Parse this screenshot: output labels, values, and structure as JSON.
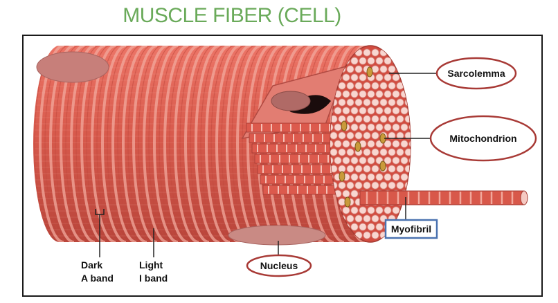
{
  "title": "MUSCLE FIBER (CELL)",
  "colors": {
    "title": "#6aaa5a",
    "fiber": "#d8584a",
    "stripe_light": "#f2a89c",
    "fibril_face": "#f8d6d0",
    "oval_label_border": "#a83a36",
    "box_label_border": "#4a72b0"
  },
  "labels": {
    "sarcolemma": "Sarcolemma",
    "mitochondrion": "Mitochondrion",
    "myofibril": "Myofibril",
    "nucleus": "Nucleus",
    "dark_band_line1": "Dark",
    "dark_band_line2": "A band",
    "light_band_line1": "Light",
    "light_band_line2": "I band"
  }
}
